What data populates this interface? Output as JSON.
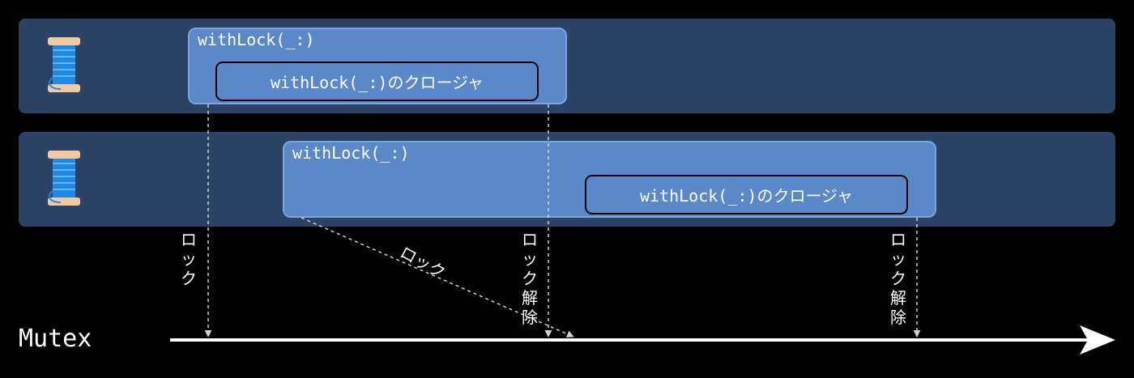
{
  "threads": [
    {
      "withlock_label": "withLock(_:)",
      "closure_label": "withLock(_:)のクロージャ",
      "icon": "thread-spool-icon"
    },
    {
      "withlock_label": "withLock(_:)",
      "closure_label": "withLock(_:)のクロージャ",
      "icon": "thread-spool-icon"
    }
  ],
  "events": {
    "lock_1": "ロ\nッ\nク",
    "unlock_1": "ロ\nッ\nク\n解\n除",
    "lock_2": "ロック",
    "unlock_2": "ロ\nッ\nク\n解\n除"
  },
  "timeline": {
    "label": "Mutex"
  },
  "colors": {
    "background": "#000000",
    "lane": "#2b4466",
    "box_fill": "#5a88c8",
    "box_border": "#7aa6de",
    "closure_border": "#000000",
    "text": "#ffffff",
    "dashed_line": "#d0d0d0",
    "spool_wood": "#f2c9a0",
    "spool_thread": "#1e88e5"
  }
}
